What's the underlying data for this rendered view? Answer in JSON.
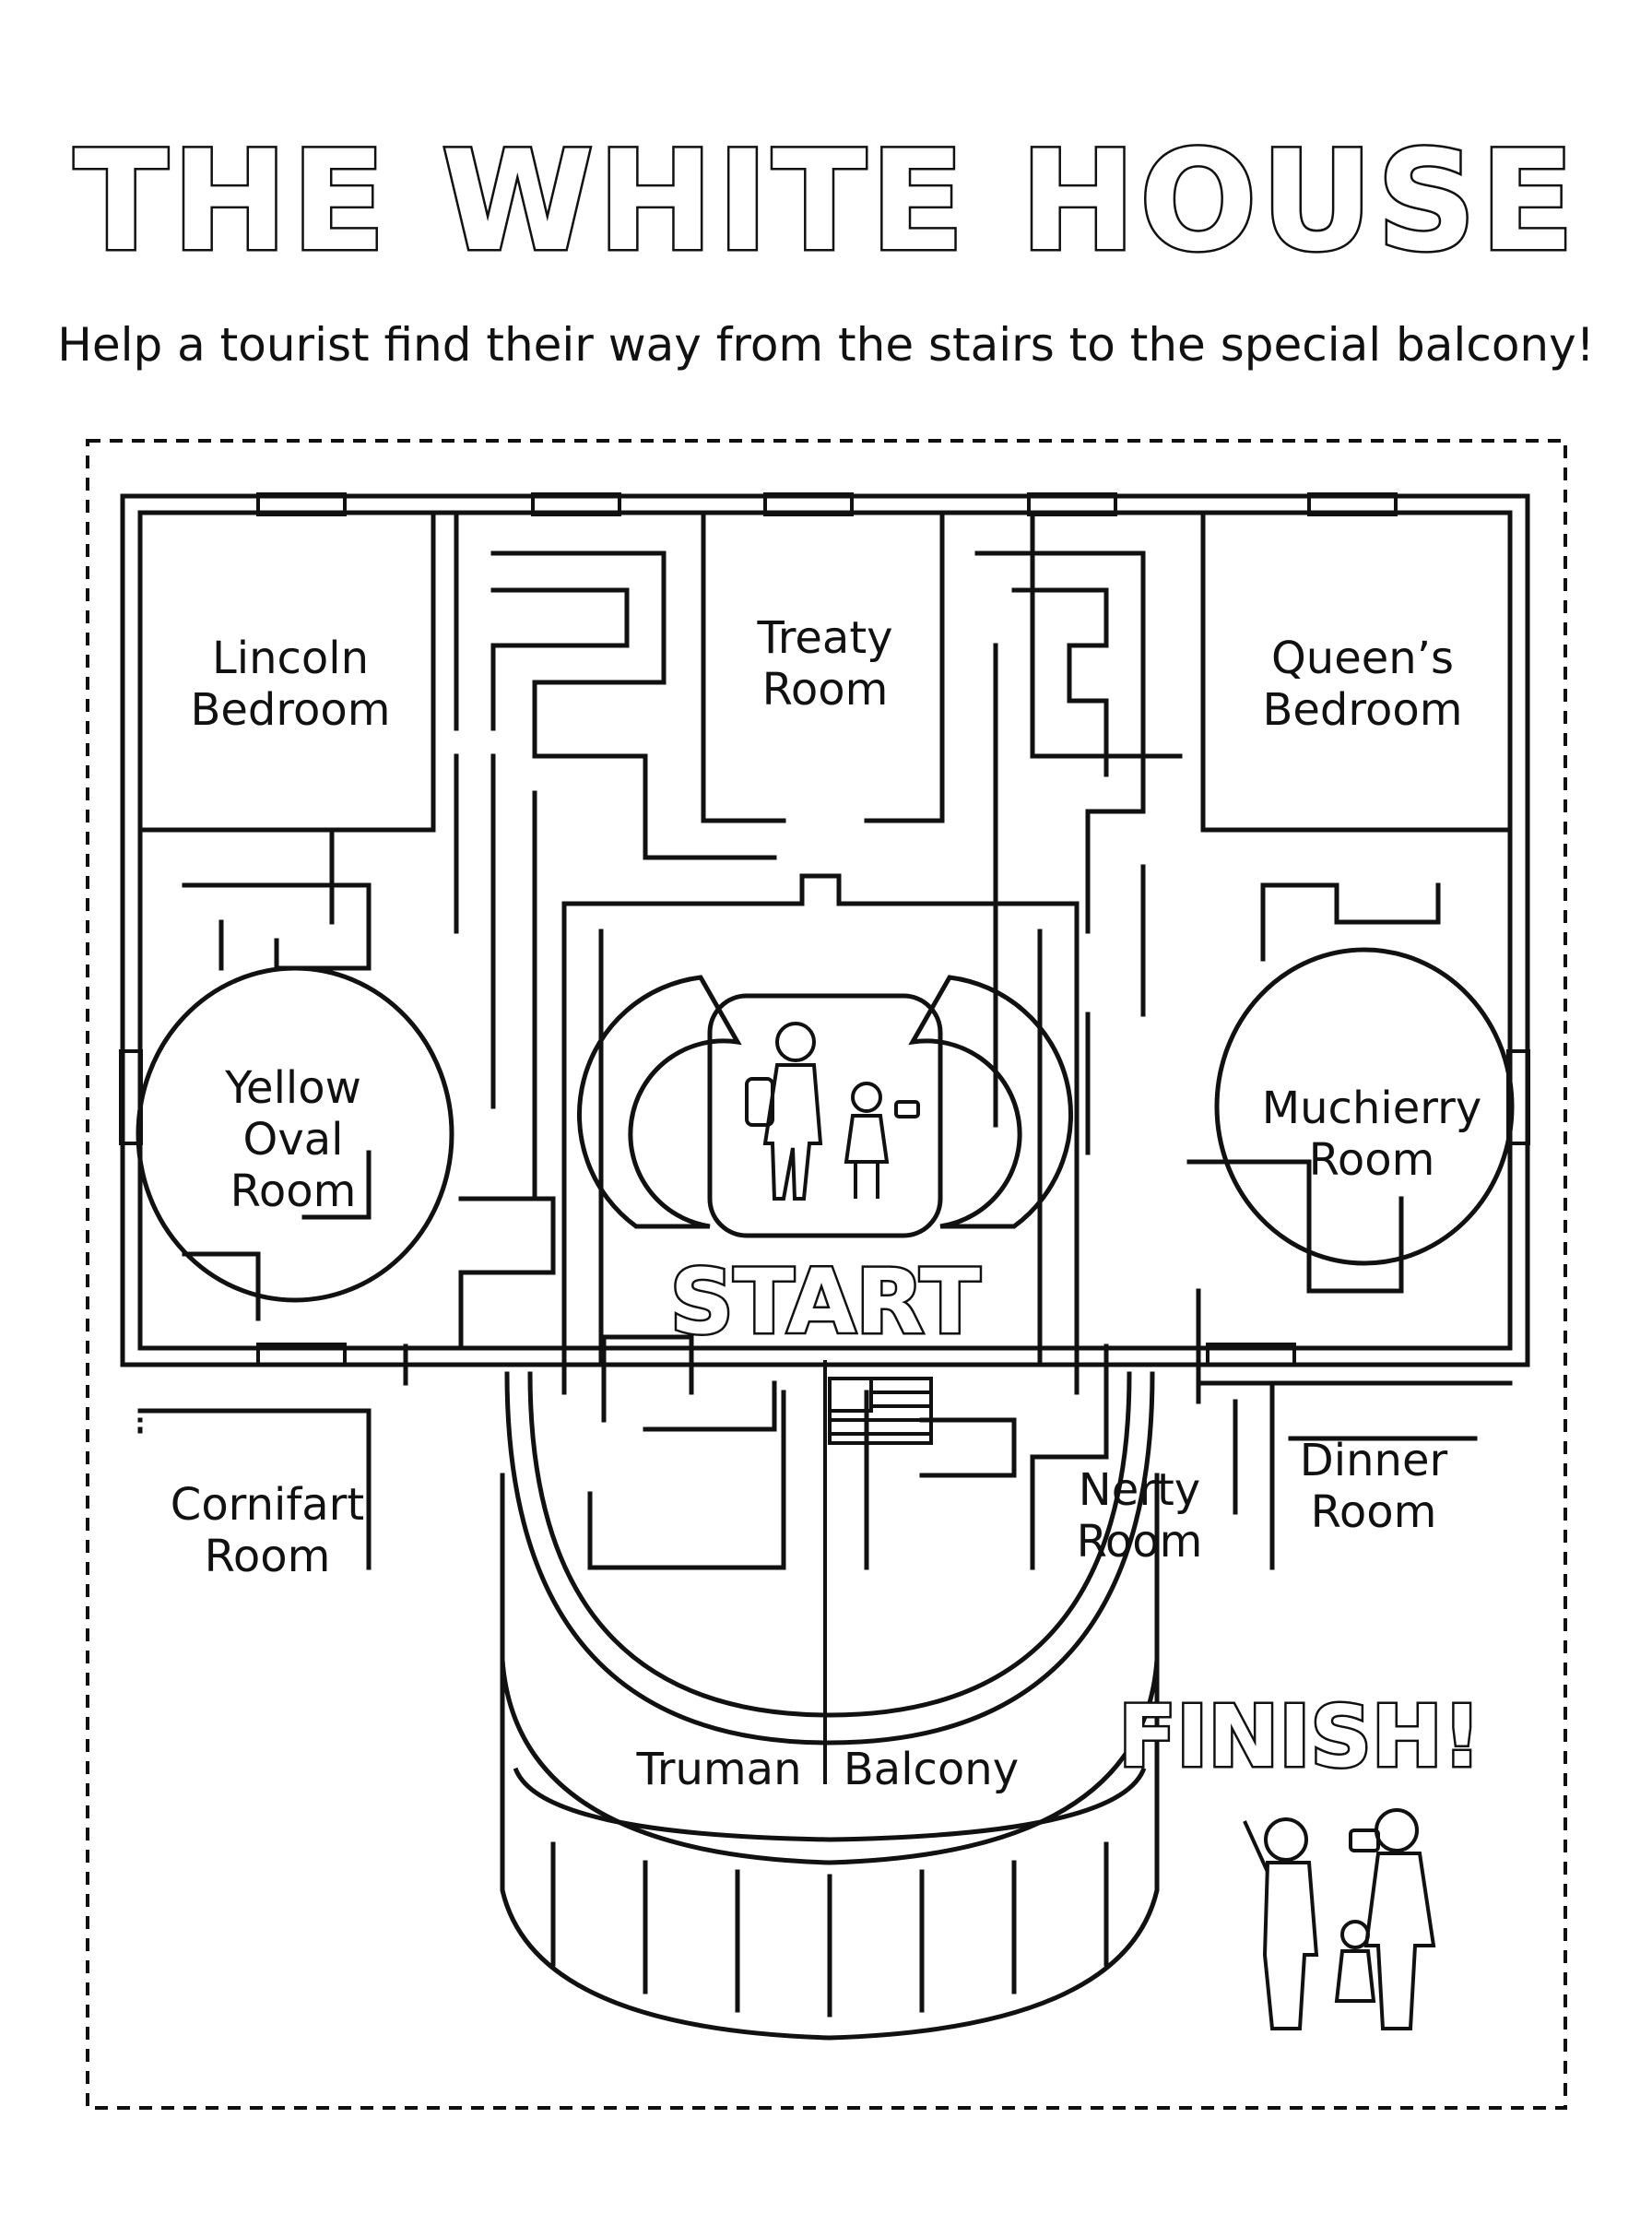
{
  "title": "THE WHITE HOUSE",
  "subtitle": "Help a tourist find their way from the stairs to the special balcony!",
  "rooms": {
    "lincoln_bedroom": [
      "Lincoln",
      "Bedroom"
    ],
    "treaty_room": [
      "Treaty",
      "Room"
    ],
    "queens_bedroom": [
      "Queen’s",
      "Bedroom"
    ],
    "yellow_oval_room": [
      "Yellow",
      "Oval",
      "Room"
    ],
    "muchierry_room": [
      "Muchierry",
      "Room"
    ],
    "cornifart_room": [
      "Cornifart",
      "Room"
    ],
    "nerty_room": [
      "Nerty",
      "Room"
    ],
    "dinner_room": [
      "Dinner",
      "Room"
    ],
    "truman_balcony": [
      "Truman",
      "Balcony"
    ]
  },
  "start_label": "START",
  "finish_label": "FINISH!"
}
